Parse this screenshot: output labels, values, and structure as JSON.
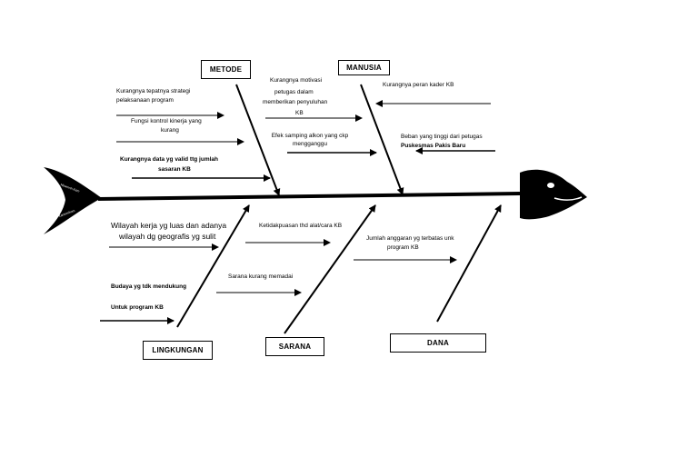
{
  "categories": {
    "metode": "METODE",
    "manusia": "MANUSIA",
    "lingkungan": "LINGKUNGAN",
    "sarana": "SARANA",
    "dana": "DANA"
  },
  "causes": {
    "metode_1a": "Kurangnya tepatnya strategi",
    "metode_1b": "pelaksanaan program",
    "metode_2a": "Fungsi kontrol kinerja yang",
    "metode_2b": "kurang",
    "metode_3a": "Kurangnya data yg valid ttg jumlah",
    "metode_3b": "sasaran KB",
    "manusia_1a": "Kurangnya motivasi",
    "manusia_1b": "petugas dalam",
    "manusia_1c": "memberikan penyuluhan",
    "manusia_1d": "KB",
    "manusia_2": "Efek samping alkon yang ckp mengganggu",
    "manusia_3": "Kurangnya peran kader KB",
    "manusia_4a": "Beban yang tinggi dari petugas",
    "manusia_4b": "Puskesmas Pakis Baru",
    "lingkungan_1a": "Wilayah kerja yg luas dan adanya",
    "lingkungan_1b": "wilayah dg geografis yg sulit",
    "lingkungan_2a": "Budaya yg tdk mendukung",
    "lingkungan_2b": "Untuk program KB",
    "sarana_1": "Ketidakpuasan thd alat/cara KB",
    "sarana_2": "Sarana kurang memadai",
    "dana_1a": "Jumlah anggaran yg terbatas unk",
    "dana_1b": "program KB"
  },
  "tail_text": {
    "upper": "Nbwmnh Kam",
    "lower": "Kamnmhnm"
  },
  "colors": {
    "ink": "#000000",
    "background": "#ffffff"
  }
}
